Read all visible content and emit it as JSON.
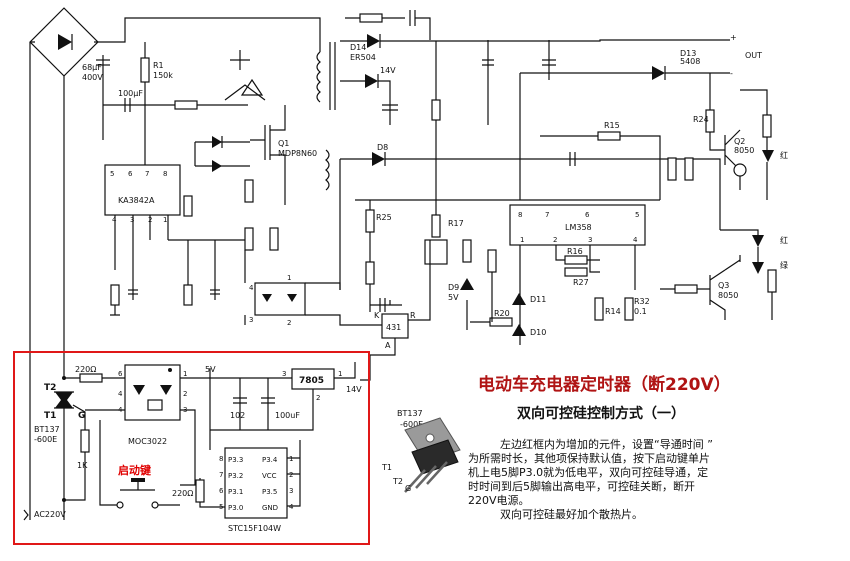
{
  "title": "电动车充电器定时器（断220V）",
  "subtitle": "双向可控硅控制方式（一）",
  "description_lines": [
    "左边红框内为增加的元件，设置“导通时间 ”",
    "为所需时长，其他项保持默认值，按下启动键单片",
    "机上电5脚P3.0就为低电平，双向可控硅导通，定",
    "时时间到后5脚输出高电平，可控硅关断，断开",
    "220V电源。",
    "双向可控硅最好加个散热片。"
  ],
  "colors": {
    "highlight_box": "#e01818",
    "title": "#b01414",
    "start_key": "#e00000",
    "wire": "#111111"
  },
  "upper_circuit": {
    "cap_68": "68μF",
    "cap_68_v": "400V",
    "r1": "R1",
    "r1_val": "150k",
    "cap_100": "100μF",
    "ic_3842": "KA3842A",
    "q1": "Q1",
    "q1_part": "MDP8N60",
    "d14": "D14",
    "d14_part": "ER504",
    "v14": "14V",
    "d8": "D8",
    "d13": "D13",
    "d13_part": "5408",
    "out": "OUT",
    "out_plus": "+",
    "out_minus": "-",
    "r15": "R15",
    "r24": "R24",
    "q2": "Q2",
    "q2_part": "8050",
    "red_led": "红",
    "green_led": "绿",
    "lm358": "LM358",
    "r25": "R25",
    "r17": "R17",
    "d9": "D9",
    "d9_v": "5V",
    "d11": "D11",
    "d10": "D10",
    "r20": "R20",
    "r16": "R16",
    "r27": "R27",
    "r14": "R14",
    "r32": "R32",
    "r32_val": "0.1",
    "q3": "Q3",
    "q3_part": "8050",
    "ic431": "431",
    "pin_k": "K",
    "pin_r": "R",
    "pin_a": "A"
  },
  "lower_circuit": {
    "t2": "T2",
    "t1": "T1",
    "g": "G",
    "bt137": "BT137",
    "bt137_v": "-600E",
    "r220_1": "220Ω",
    "r220_2": "220Ω",
    "r1k": "1K",
    "moc": "MOC3022",
    "v5": "5V",
    "reg": "7805",
    "v14": "14V",
    "cap_102": "102",
    "cap_100uf": "100uF",
    "start_key": "启动键",
    "mcu": "STC15F104W",
    "ac": "AC220V",
    "mcu_pins": [
      "P3.3",
      "P3.2",
      "P3.1",
      "P3.0",
      "P3.4",
      "VCC",
      "P3.5",
      "GND"
    ]
  },
  "component_photo": {
    "part": "BT137",
    "variant": "-600E",
    "t1": "T1",
    "t2": "T2",
    "g": "G"
  }
}
